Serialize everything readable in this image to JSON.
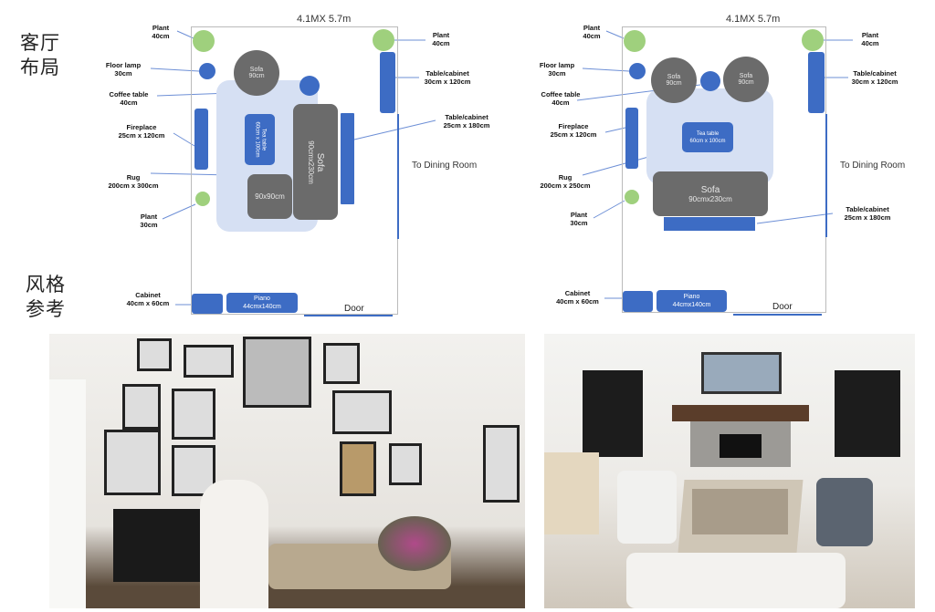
{
  "headings": {
    "layout": [
      "客厅",
      "布局"
    ],
    "style": [
      "风格",
      "参考"
    ]
  },
  "colors": {
    "furniture": "#3d6cc4",
    "plant": "#9fd07d",
    "sofa": "#6b6b6b",
    "rug": "#d6e0f3"
  },
  "left": {
    "title": "4.1MX  5.7m",
    "labels": [
      {
        "name": "Plant",
        "size": "40cm"
      },
      {
        "name": "Floor lamp",
        "size": "30cm"
      },
      {
        "name": "Coffee table",
        "size": "40cm"
      },
      {
        "name": "Fireplace",
        "size": "25cm x 120cm"
      },
      {
        "name": "Rug",
        "size": "200cm x 300cm"
      },
      {
        "name": "Plant",
        "size": "30cm"
      },
      {
        "name": "Cabinet",
        "size": "40cm x 60cm"
      },
      {
        "name": "Plant",
        "size": "40cm"
      },
      {
        "name": "Table/cabinet",
        "size": "30cm x 120cm"
      },
      {
        "name": "Table/cabinet",
        "size": "25cm x 180cm"
      }
    ],
    "sofa_round": {
      "name": "Sofa",
      "size": "90cm"
    },
    "tea_table": {
      "name": "Tea table",
      "size": "60cm x 100cm"
    },
    "sofa_big": {
      "name": "Sofa",
      "size": "90cmx230cm"
    },
    "ottoman": "90x90cm",
    "piano": {
      "name": "Piano",
      "size": "44cmx140cm"
    },
    "door": "Door",
    "dining": "To Dining Room"
  },
  "right": {
    "title": "4.1MX  5.7m",
    "labels": [
      {
        "name": "Plant",
        "size": "40cm"
      },
      {
        "name": "Floor lamp",
        "size": "30cm"
      },
      {
        "name": "Coffee table",
        "size": "40cm"
      },
      {
        "name": "Fireplace",
        "size": "25cm x 120cm"
      },
      {
        "name": "Rug",
        "size": "200cm x 250cm"
      },
      {
        "name": "Plant",
        "size": "30cm"
      },
      {
        "name": "Cabinet",
        "size": "40cm x 60cm"
      },
      {
        "name": "Plant",
        "size": "40cm"
      },
      {
        "name": "Table/cabinet",
        "size": "30cm x 120cm"
      },
      {
        "name": "Table/cabinet",
        "size": "25cm x 180cm"
      }
    ],
    "sofa_round_1": {
      "name": "Sofa",
      "size": "90cm"
    },
    "sofa_round_2": {
      "name": "Sofa",
      "size": "90cm"
    },
    "tea_table": {
      "name": "Tea table",
      "size": "60cm x 100cm"
    },
    "sofa_big": {
      "name": "Sofa",
      "size": "90cmx230cm"
    },
    "piano": {
      "name": "Piano",
      "size": "44cmx140cm"
    },
    "door": "Door",
    "dining": "To Dining Room"
  }
}
